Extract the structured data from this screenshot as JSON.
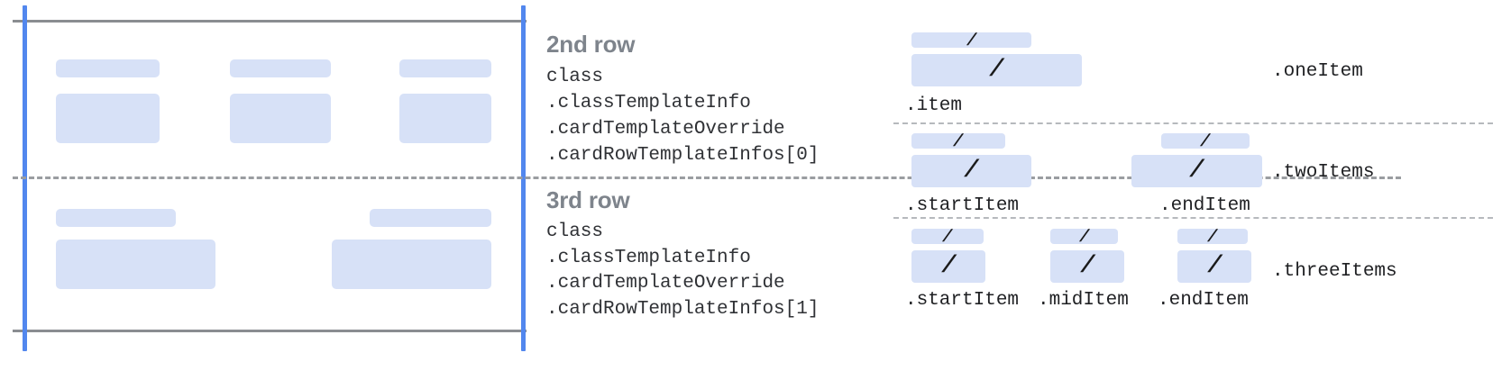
{
  "diagram": {
    "left_panel": {
      "rows": [
        {
          "name": "2nd-row",
          "cells": [
            {
              "top_bar": true,
              "body_bar": true
            },
            {
              "top_bar": true,
              "body_bar": true
            },
            {
              "top_bar": true,
              "body_bar": true
            }
          ]
        },
        {
          "name": "3rd-row",
          "cells": [
            {
              "top_bar": true,
              "body_bar": true
            },
            {
              "top_bar": true,
              "body_bar": true
            }
          ]
        }
      ]
    },
    "annotations": [
      {
        "title": "2nd row",
        "code_lines": [
          "class",
          ".classTemplateInfo",
          ".cardTemplateOverride",
          ".cardRowTemplateInfos[0]"
        ]
      },
      {
        "title": "3rd row",
        "code_lines": [
          "class",
          ".classTemplateInfo",
          ".cardTemplateOverride",
          ".cardRowTemplateInfos[1]"
        ]
      }
    ],
    "legend": {
      "slot_glyph": "/",
      "groups": [
        {
          "group_label": ".oneItem",
          "items": [
            {
              "label": ".item"
            }
          ]
        },
        {
          "group_label": ".twoItems",
          "items": [
            {
              "label": ".startItem"
            },
            {
              "label": ".endItem"
            }
          ]
        },
        {
          "group_label": ".threeItems",
          "items": [
            {
              "label": ".startItem"
            },
            {
              "label": ".midItem"
            },
            {
              "label": ".endItem"
            }
          ]
        }
      ]
    }
  },
  "colors": {
    "block_fill": "#d7e1f7",
    "guide_blue": "#5287ee",
    "guide_gray": "#8a8d91",
    "row_title": "#7e848c",
    "code_text": "#303236"
  }
}
